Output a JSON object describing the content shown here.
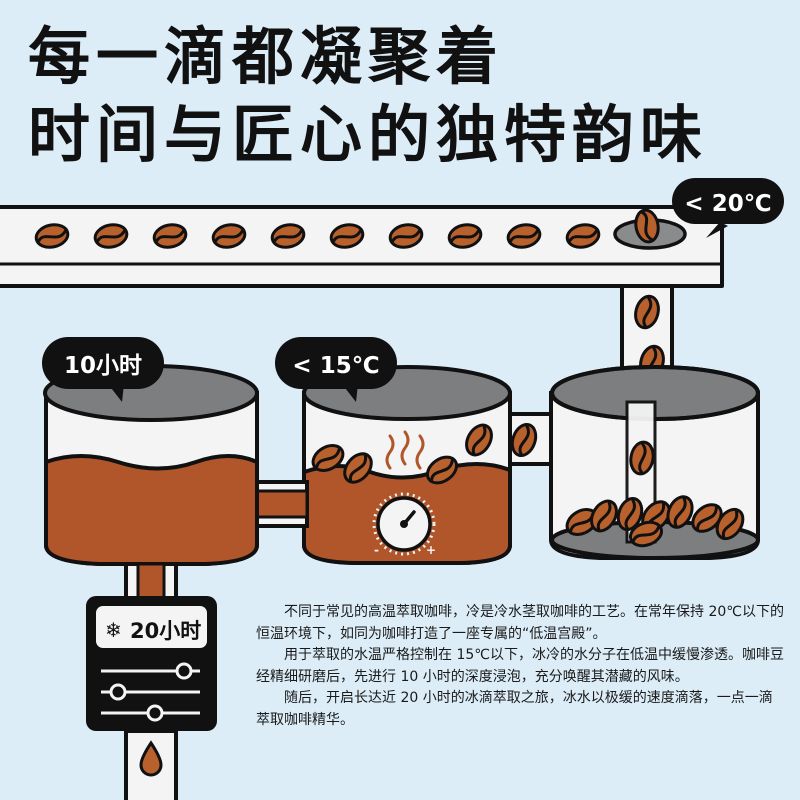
{
  "headline": {
    "line1": "每一滴都凝聚着",
    "line2": "时间与匠心的独特韵味"
  },
  "badges": {
    "temp_conveyor": "< 20℃",
    "soak_time": "10小时",
    "water_temp": "< 15℃",
    "drip_time": "20小时"
  },
  "icons": {
    "snowflake": "❄"
  },
  "paragraphs": [
    "不同于常见的高温萃取咖啡，冷是冷水茎取咖啡的工艺。在常年保持 20℃以下的恒温环境下，如同为咖啡打造了一座专属的“低温宫殿”。",
    "用于萃取的水温严格控制在 15℃以下，冰冷的水分子在低温中缓慢渗透。咖啡豆经精细研磨后，先进行 10 小时的深度浸泡，充分唤醒其潜藏的风味。",
    "随后，开启长达近 20 小时的冰滴萃取之旅，冰水以极缓的速度滴落，一点一滴萃取咖啡精华。"
  ],
  "dial": {
    "minus": "-",
    "plus": "+"
  },
  "colors": {
    "background": "#dcedf8",
    "coffee": "#b0562a",
    "bean": "#b8612d",
    "ink": "#111111",
    "lid": "#7d7e80"
  }
}
